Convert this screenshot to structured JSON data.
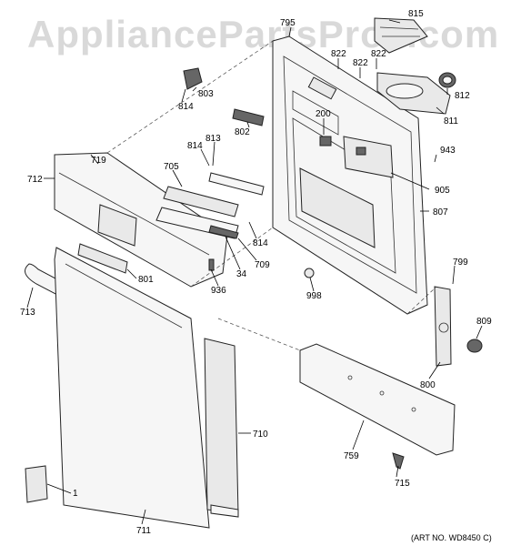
{
  "watermark": "AppliancePartsPros.com",
  "art_number": "(ART NO. WD8450 C)",
  "parts": {
    "p795": "795",
    "p815": "815",
    "p822a": "822",
    "p822b": "822",
    "p822c": "822",
    "p812": "812",
    "p803": "803",
    "p814a": "814",
    "p802": "802",
    "p811": "811",
    "p200": "200",
    "p813": "813",
    "p814b": "814",
    "p943": "943",
    "p705": "705",
    "p719": "719",
    "p712": "712",
    "p905": "905",
    "p807": "807",
    "p814c": "814",
    "p709": "709",
    "p34": "34",
    "p801": "801",
    "p936": "936",
    "p998": "998",
    "p799": "799",
    "p713": "713",
    "p809": "809",
    "p800": "800",
    "p710": "710",
    "p759": "759",
    "p715": "715",
    "p1": "1",
    "p711": "711"
  }
}
